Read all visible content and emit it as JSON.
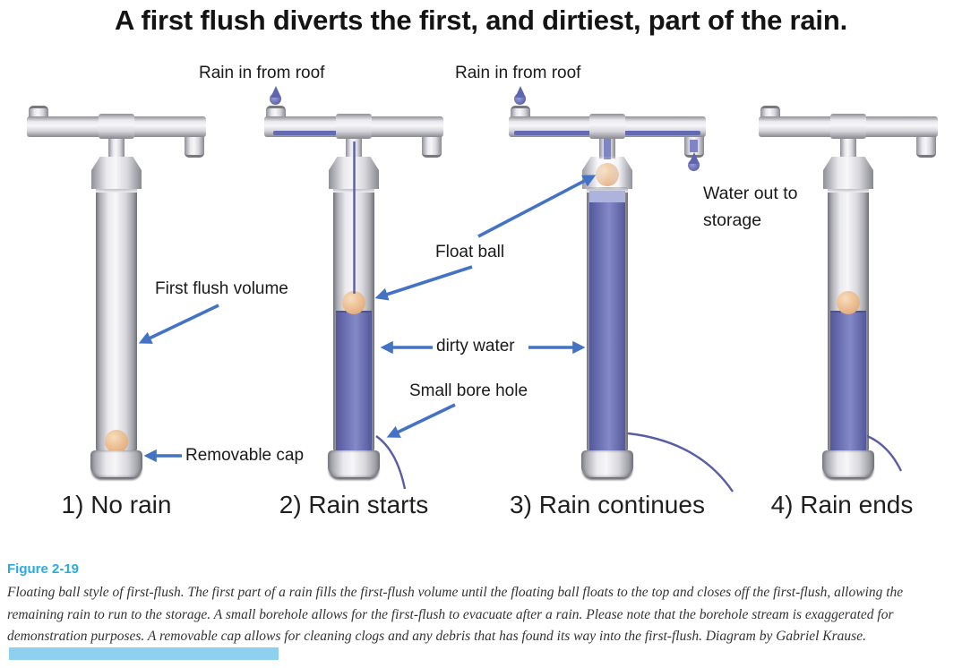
{
  "title": "A first flush diverts the first, and dirtiest, part of the rain.",
  "labels": {
    "rain_in_left": "Rain in from roof",
    "rain_in_right": "Rain in from roof",
    "water_out": "Water out to storage",
    "float_ball": "Float ball",
    "first_flush_volume": "First flush volume",
    "dirty_water": "dirty water",
    "small_bore_hole": "Small bore hole",
    "removable_cap": "Removable cap"
  },
  "stages": [
    {
      "label": "1) No rain"
    },
    {
      "label": "2) Rain starts"
    },
    {
      "label": "3) Rain continues"
    },
    {
      "label": "4) Rain ends"
    }
  ],
  "caption": {
    "figure_label": "Figure 2-19",
    "text": "Floating ball style of first-flush. The first part of a rain fills the first-flush volume until the floating ball floats to the top and closes off the first-flush, allowing the remaining rain to run to the storage. A small borehole allows for the first-flush to evacuate after a rain. Please note that the borehole stream is exaggerated for demonstration purposes. A removable cap allows for cleaning clogs and any debris that has found its way into the first-flush. Diagram by Gabriel Krause."
  },
  "colors": {
    "water": "#7277b8",
    "water_dark": "#54589b",
    "ball": "#eaba8d",
    "arrow": "#4472c4",
    "stream": "#585ea6",
    "fig_blue": "#29abe2",
    "bar": "#8dd0ef"
  }
}
